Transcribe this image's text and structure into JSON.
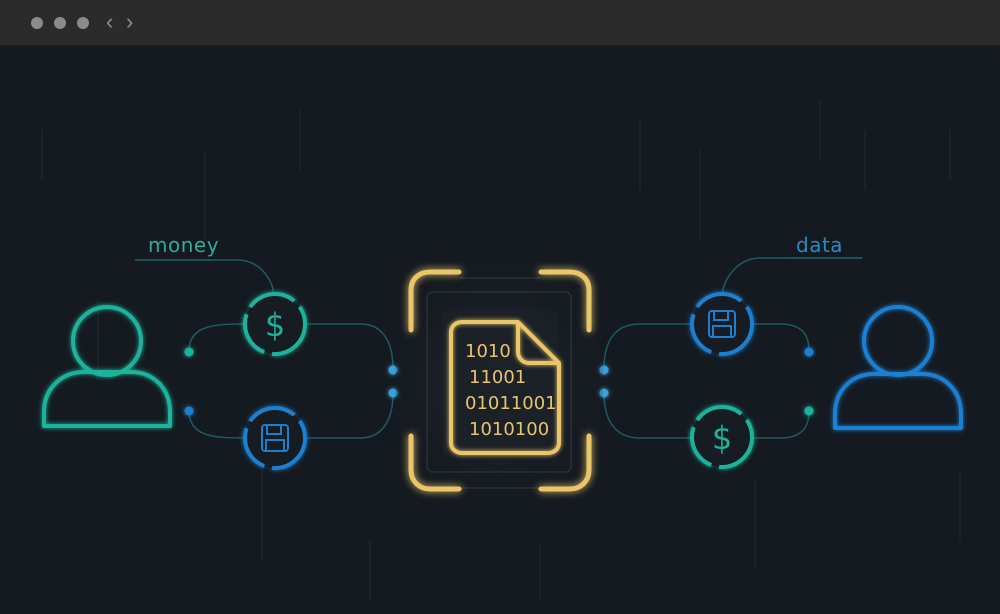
{
  "labels": {
    "money": "money",
    "data": "data"
  },
  "binary_lines": [
    "1010",
    "11001",
    "01011001",
    "1010100"
  ],
  "window": {
    "nav_back": "‹",
    "nav_forward": "›"
  },
  "colors": {
    "background": "#151a21",
    "green": "#1fb39a",
    "blue": "#1d7fd0",
    "gold": "#e9c66a",
    "wire": "#1f5a64"
  },
  "icons": {
    "left_user": "user-icon",
    "right_user": "user-icon",
    "money_badge": "dollar-icon",
    "data_badge": "floppy-disk-icon",
    "center": "binary-document-icon"
  }
}
